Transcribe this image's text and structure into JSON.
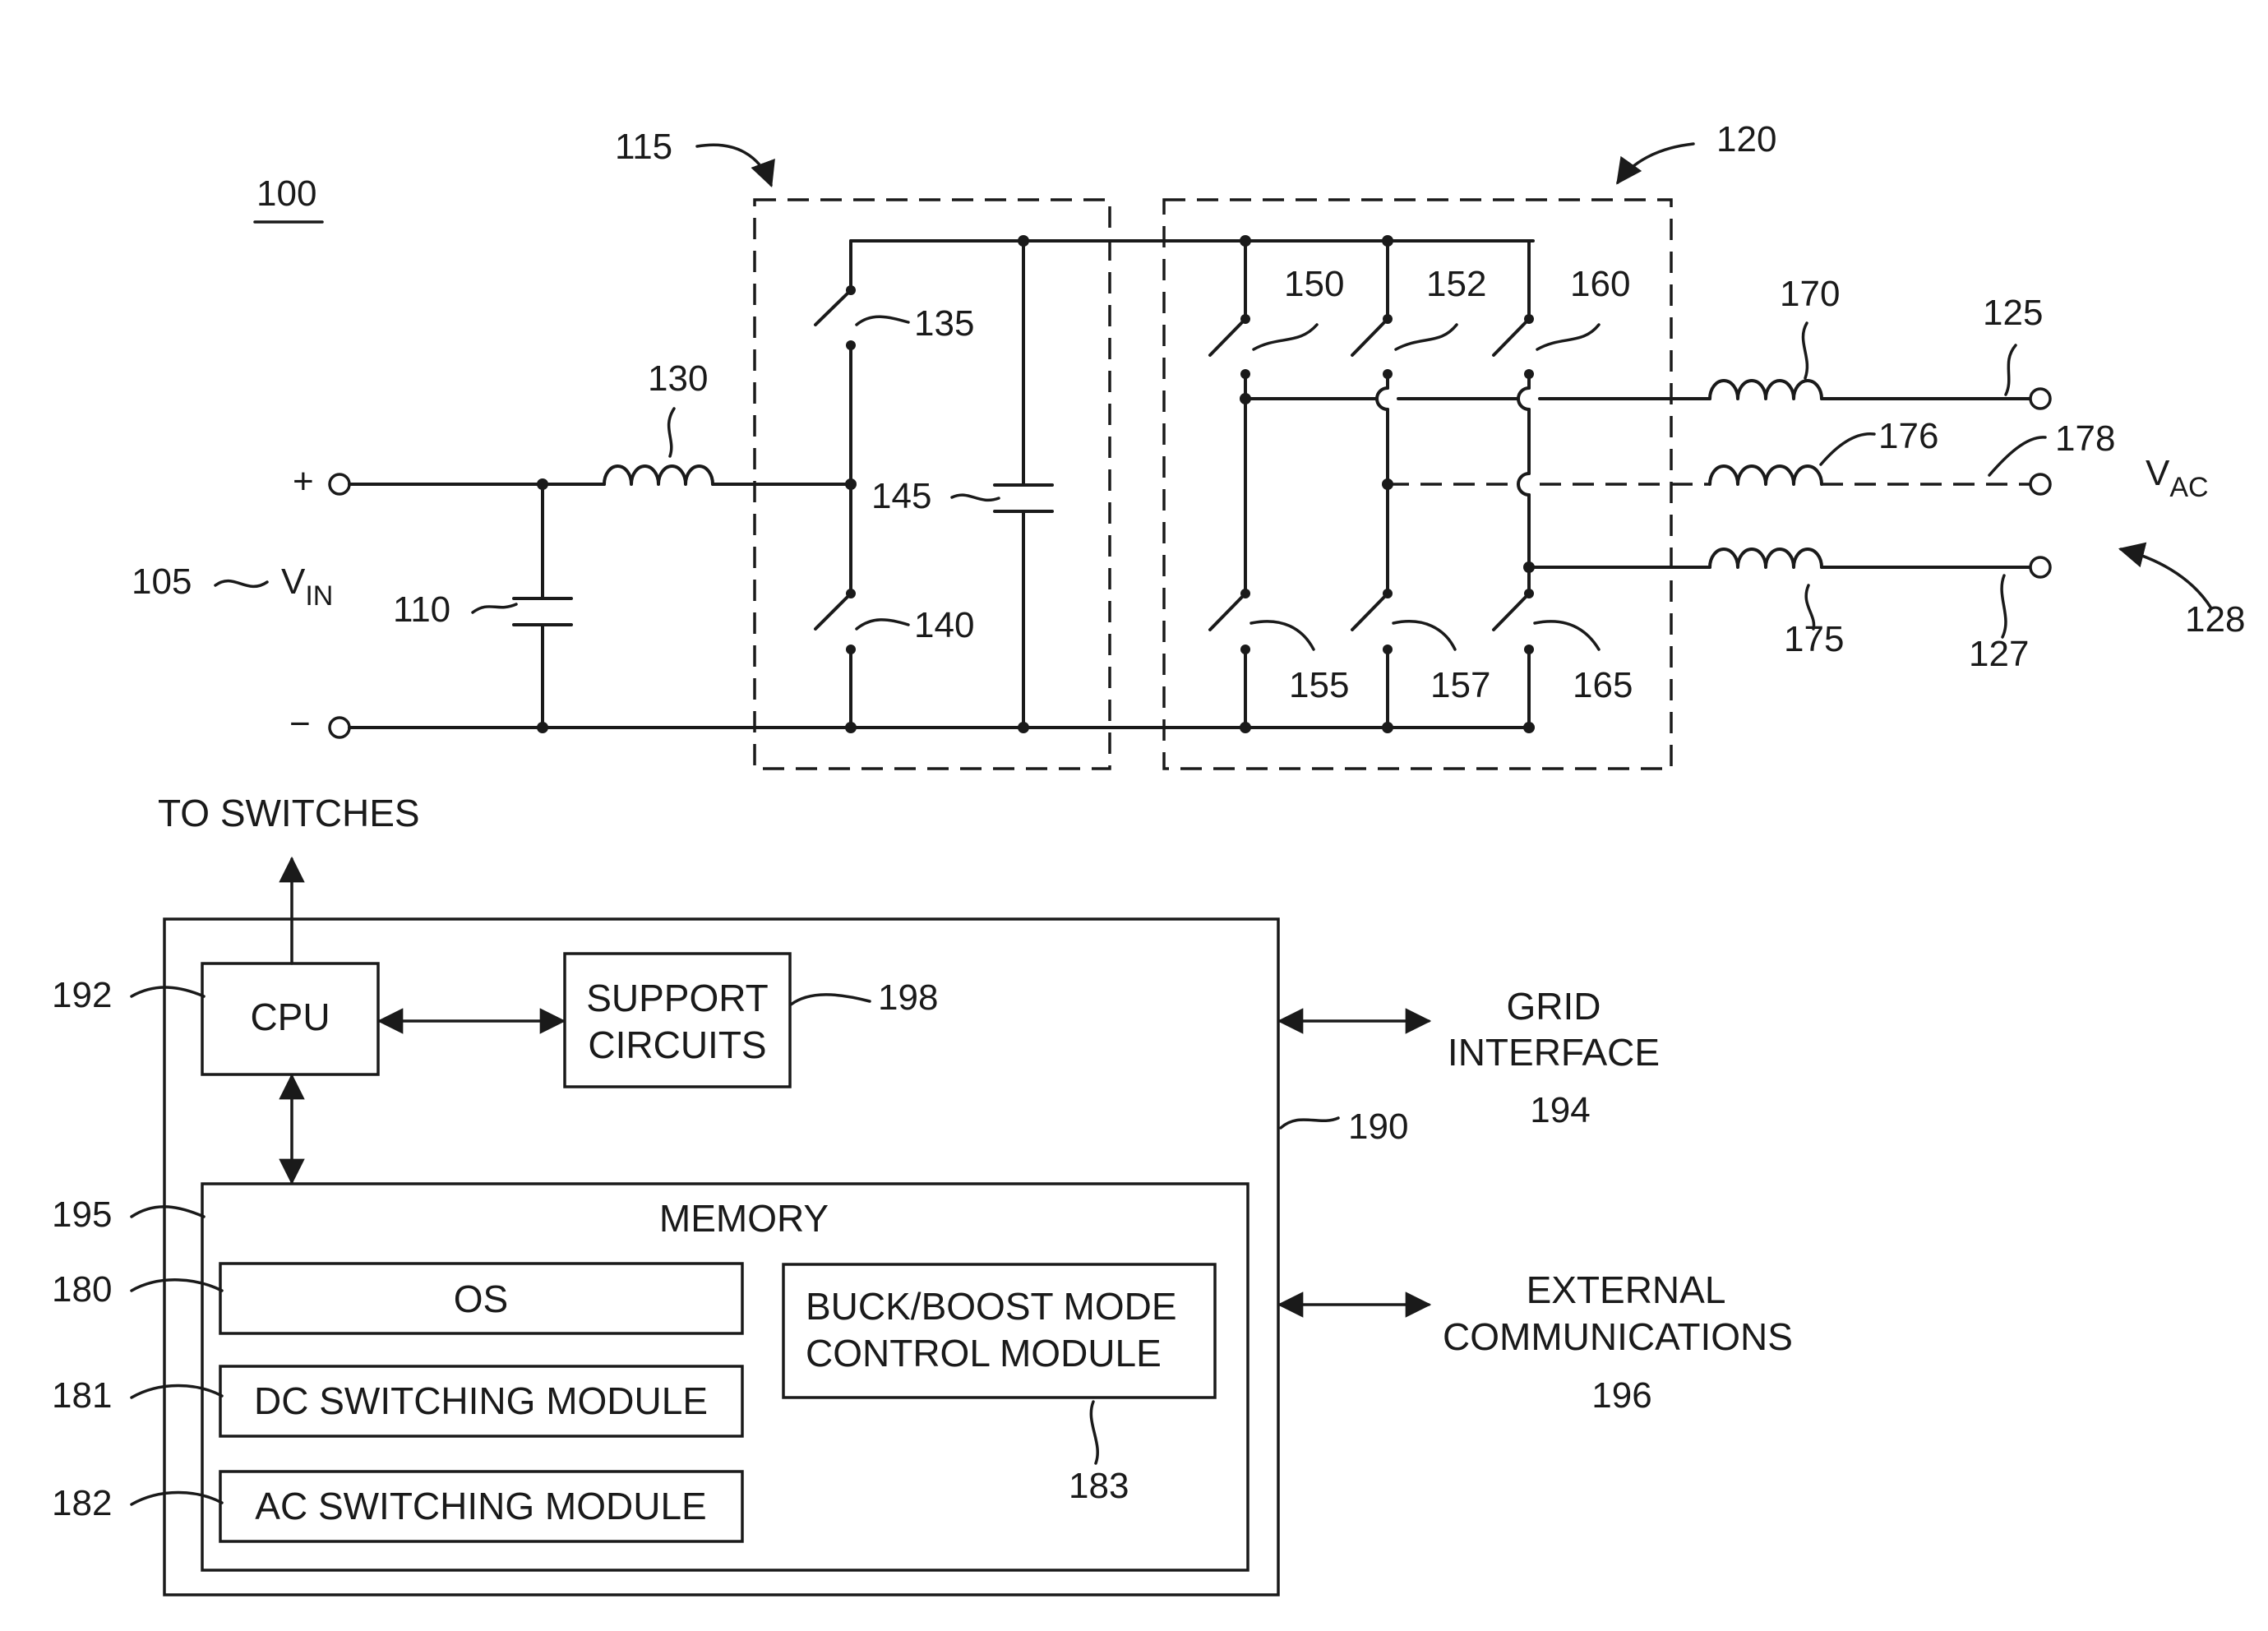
{
  "labels": {
    "fig_ref": "100",
    "plus": "+",
    "minus": "−",
    "vin_ref": "105",
    "vin_main": "V",
    "vin_sub": "IN",
    "cap_in_ref": "110",
    "boost_box_ref": "115",
    "inverter_box_ref": "120",
    "inductor_in_ref": "130",
    "sw_upper_ref": "135",
    "sw_lower_ref": "140",
    "cap_link_ref": "145",
    "sw_150": "150",
    "sw_152": "152",
    "sw_160": "160",
    "sw_155": "155",
    "sw_157": "157",
    "sw_165": "165",
    "ind_170": "170",
    "ind_176": "176",
    "ind_175": "175",
    "term_125": "125",
    "term_178": "178",
    "term_127": "127",
    "vac_main": "V",
    "vac_sub": "AC",
    "vac_ref": "128"
  },
  "controller": {
    "to_switches": "TO SWITCHES",
    "controller_ref": "190",
    "cpu_label": "CPU",
    "cpu_ref": "192",
    "support_line1": "SUPPORT",
    "support_line2": "CIRCUITS",
    "support_ref": "198",
    "memory_label": "MEMORY",
    "memory_ref": "195",
    "os_label": "OS",
    "os_ref": "180",
    "dc_module": "DC SWITCHING MODULE",
    "dc_ref": "181",
    "ac_module": "AC SWITCHING MODULE",
    "ac_ref": "182",
    "buck_line1": "BUCK/BOOST MODE",
    "buck_line2": "CONTROL MODULE",
    "buck_ref": "183",
    "grid_line1": "GRID",
    "grid_line2": "INTERFACE",
    "grid_ref": "194",
    "ext_line1": "EXTERNAL",
    "ext_line2": "COMMUNICATIONS",
    "ext_ref": "196"
  }
}
